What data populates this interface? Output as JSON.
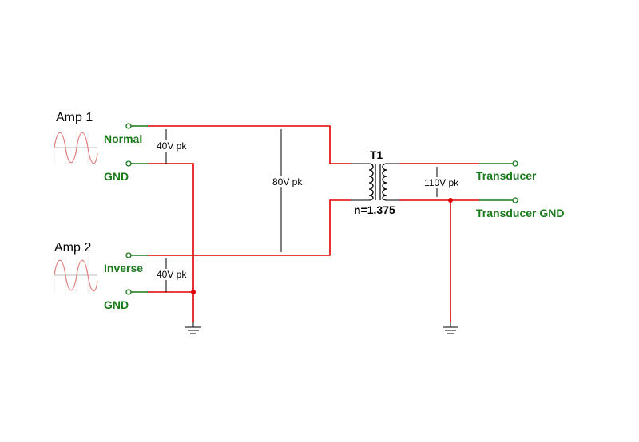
{
  "amps": [
    {
      "name": "Amp 1",
      "output_label": "Normal",
      "ground_label": "GND"
    },
    {
      "name": "Amp 2",
      "output_label": "Inverse",
      "ground_label": "GND"
    }
  ],
  "voltages": {
    "amp1": "40V pk",
    "amp2": "40V pk",
    "bridge": "80V pk",
    "secondary": "110V pk"
  },
  "transformer": {
    "ref": "T1",
    "ratio": "n=1.375"
  },
  "outputs": {
    "positive": "Transducer",
    "ground": "Transducer GND"
  },
  "colors": {
    "wire": "#e00000",
    "terminal": "#1a7a1a",
    "waveform": "#e08080"
  }
}
